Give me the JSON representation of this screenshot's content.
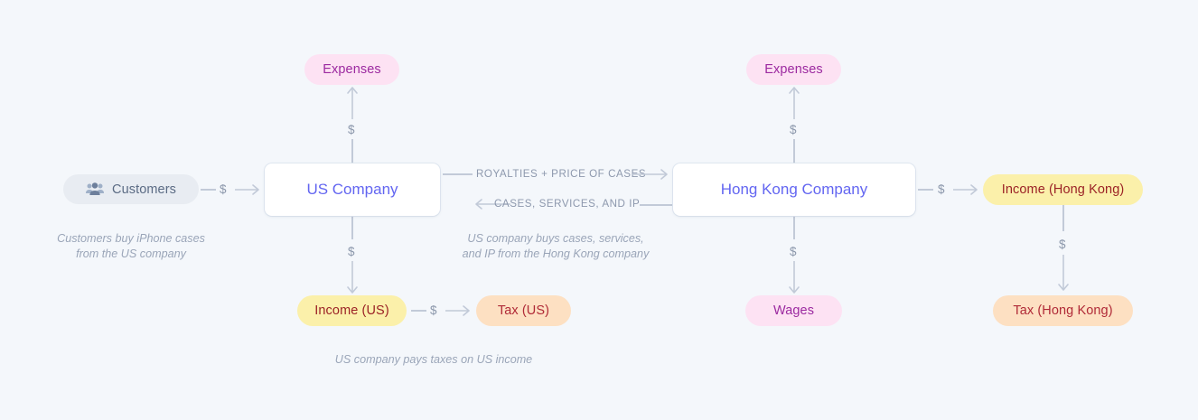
{
  "diagram": {
    "background_color": "#f4f7fb",
    "nodes": {
      "customers": {
        "label": "Customers",
        "icon": "people-group-icon",
        "style": "gray-pill"
      },
      "us_company": {
        "label": "US Company",
        "style": "white-box"
      },
      "hk_company": {
        "label": "Hong Kong Company",
        "style": "white-box"
      },
      "expenses_us": {
        "label": "Expenses",
        "style": "pink-pill"
      },
      "expenses_hk": {
        "label": "Expenses",
        "style": "pink-pill"
      },
      "income_us": {
        "label": "Income (US)",
        "style": "yellow-pill"
      },
      "tax_us": {
        "label": "Tax (US)",
        "style": "peach-pill"
      },
      "wages": {
        "label": "Wages",
        "style": "pink-pill"
      },
      "income_hk": {
        "label": "Income (Hong Kong)",
        "style": "yellow-pill"
      },
      "tax_hk": {
        "label": "Tax (Hong Kong)",
        "style": "peach-pill"
      }
    },
    "edge_labels": {
      "customers_to_us": "$",
      "us_to_expenses": "$",
      "us_to_income_us": "$",
      "income_us_to_tax_us": "$",
      "royalties": "ROYALTIES + PRICE OF CASES",
      "cases_services_ip": "CASES, SERVICES, AND IP",
      "hk_to_expenses": "$",
      "hk_to_wages": "$",
      "hk_to_income_hk": "$",
      "income_hk_to_tax_hk": "$"
    },
    "captions": {
      "customers": "Customers buy iPhone cases\nfrom the US company",
      "middle": "US company buys cases, services,\nand IP from the Hong Kong company",
      "taxes": "US company pays taxes on US income"
    },
    "colors": {
      "pill_pink_bg": "#fde2f3",
      "pill_pink_text": "#9c2aa0",
      "pill_yellow_bg": "#fbf0aa",
      "pill_yellow_text": "#9b2226",
      "pill_peach_bg": "#fde0c2",
      "pill_peach_text": "#b02a37",
      "pill_gray_bg": "#e8ecf2",
      "pill_gray_text": "#5b6b84",
      "box_text": "#6366f1",
      "connector": "#c2cad8",
      "caption_text": "#9aa5b8",
      "edge_label_text": "#8d98ad"
    }
  }
}
